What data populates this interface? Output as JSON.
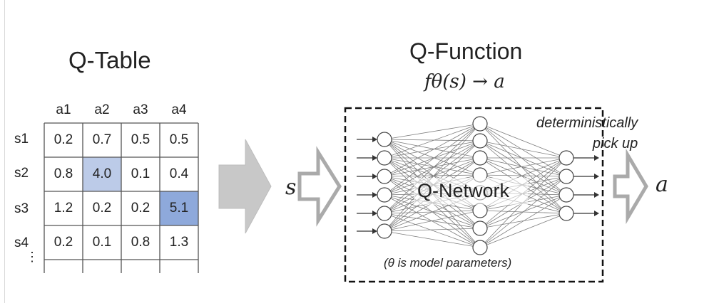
{
  "q_table": {
    "title": "Q-Table",
    "actions": [
      "a1",
      "a2",
      "a3",
      "a4"
    ],
    "states": [
      "s1",
      "s2",
      "s3",
      "s4"
    ],
    "values": [
      [
        "0.2",
        "0.7",
        "0.5",
        "0.5"
      ],
      [
        "0.8",
        "4.0",
        "0.1",
        "0.4"
      ],
      [
        "1.2",
        "0.2",
        "0.2",
        "5.1"
      ],
      [
        "0.2",
        "0.1",
        "0.8",
        "1.3"
      ]
    ],
    "highlight_colors": {
      "light": "#bccbe8",
      "strong": "#8ea9db"
    },
    "ellipsis": "⋮"
  },
  "q_function": {
    "title": "Q-Function",
    "formula": "fθ(s) → a",
    "network_label": "Q-Network",
    "input_symbol": "s",
    "output_symbol": "a",
    "note": "(θ is model parameters)",
    "output_note_line1": "deterministically",
    "output_note_line2": "pick up"
  }
}
